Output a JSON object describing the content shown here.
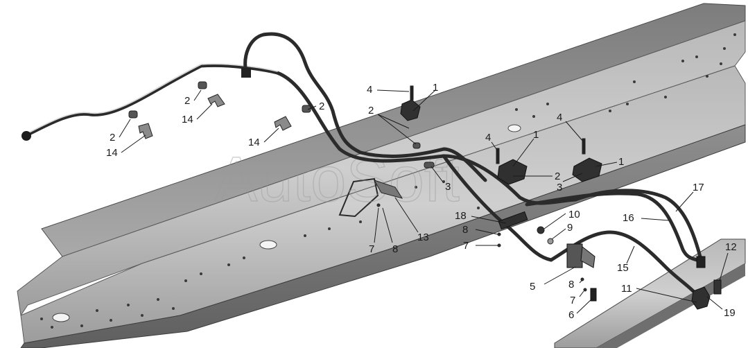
{
  "watermark": "AutoSoft",
  "callouts": [
    {
      "id": "c-4a",
      "label": "4"
    },
    {
      "id": "c-1a",
      "label": "1"
    },
    {
      "id": "c-2a",
      "label": "2"
    },
    {
      "id": "c-2b",
      "label": "2"
    },
    {
      "id": "c-2c",
      "label": "2"
    },
    {
      "id": "c-2d",
      "label": "2"
    },
    {
      "id": "c-14a",
      "label": "14"
    },
    {
      "id": "c-14b",
      "label": "14"
    },
    {
      "id": "c-14c",
      "label": "14"
    },
    {
      "id": "c-4b",
      "label": "4"
    },
    {
      "id": "c-1b",
      "label": "1"
    },
    {
      "id": "c-4c",
      "label": "4"
    },
    {
      "id": "c-1c",
      "label": "1"
    },
    {
      "id": "c-2e",
      "label": "2"
    },
    {
      "id": "c-3a",
      "label": "3"
    },
    {
      "id": "c-3b",
      "label": "3"
    },
    {
      "id": "c-17",
      "label": "17"
    },
    {
      "id": "c-16",
      "label": "16"
    },
    {
      "id": "c-18",
      "label": "18"
    },
    {
      "id": "c-10",
      "label": "10"
    },
    {
      "id": "c-8a",
      "label": "8"
    },
    {
      "id": "c-9",
      "label": "9"
    },
    {
      "id": "c-7a",
      "label": "7"
    },
    {
      "id": "c-12",
      "label": "12"
    },
    {
      "id": "c-7b",
      "label": "7"
    },
    {
      "id": "c-8b",
      "label": "8"
    },
    {
      "id": "c-13",
      "label": "13"
    },
    {
      "id": "c-15",
      "label": "15"
    },
    {
      "id": "c-5",
      "label": "5"
    },
    {
      "id": "c-8c",
      "label": "8"
    },
    {
      "id": "c-7c",
      "label": "7"
    },
    {
      "id": "c-11",
      "label": "11"
    },
    {
      "id": "c-6",
      "label": "6"
    },
    {
      "id": "c-19",
      "label": "19"
    }
  ]
}
